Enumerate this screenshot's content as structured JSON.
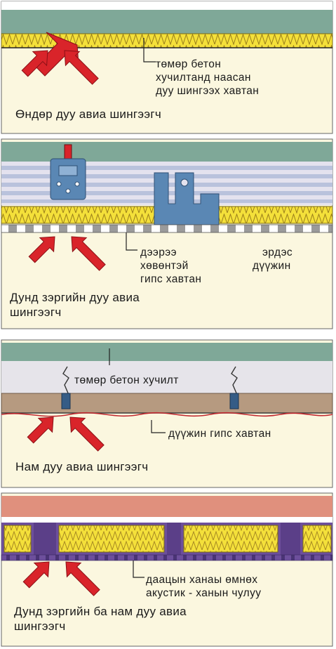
{
  "panels": [
    {
      "callout_lines": [
        "төмөр бетон",
        "хучилтанд наасан",
        "дуу шингээх хавтан"
      ],
      "title_lines": [
        "Өндөр дуу авиа шингээгч"
      ]
    },
    {
      "callout_left_lines": [
        "дээрээ",
        "хөвөнтэй",
        "гипс хавтан"
      ],
      "callout_right_lines": [
        "эрдэс",
        "дүүжин"
      ],
      "title_lines": [
        "Дунд зэргийн дуу авиа",
        "шингээгч"
      ]
    },
    {
      "callout_top": "төмөр бетон хучилт",
      "callout_bottom": "дүүжин гипс хавтан",
      "title_lines": [
        "Нам дуу авиа шингээгч"
      ]
    },
    {
      "callout_lines": [
        "даацын ханаы өмнөх",
        "акустик - ханын чулуу"
      ],
      "title_lines": [
        "Дунд зэргийн ба нам дуу авиа",
        "шингээгч"
      ]
    }
  ],
  "colors": {
    "background": "#fbf7df",
    "concrete": "#7fa898",
    "insulation": "#f4e03a",
    "arrow": "#d9242a",
    "profile": "#5a87b4",
    "wall_pink": "#e0907d",
    "purple": "#6d4f9c",
    "brown": "#b69a80"
  },
  "icons": [
    "sound-arrow-icon",
    "hanger-clip-icon"
  ]
}
